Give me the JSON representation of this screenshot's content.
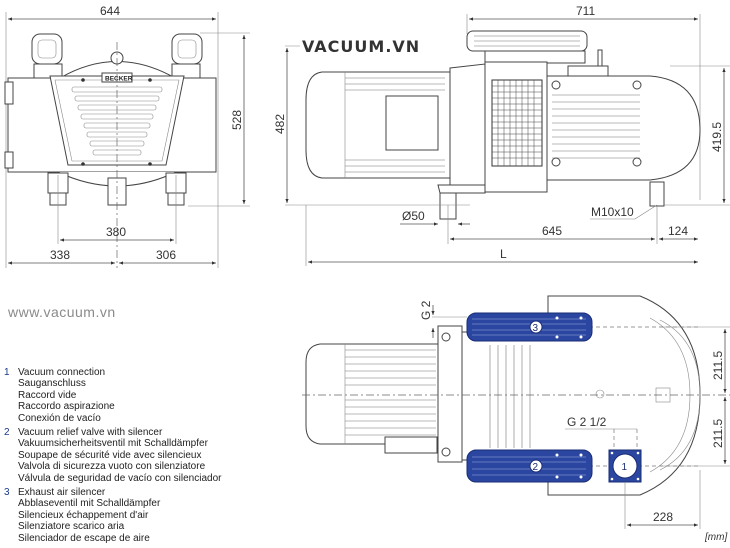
{
  "watermark": {
    "header": "VACUUM.VN",
    "website": "www.vacuum.vn"
  },
  "brand_plate": "BECKER",
  "units": "[mm]",
  "colors": {
    "accent_blue": "#2a46a0",
    "line": "#444444",
    "legend_number": "#1a3a8a"
  },
  "front_view": {
    "dims": {
      "width_total": "644",
      "height_total": "528",
      "foot_spacing": "380",
      "left_offset": "338",
      "right_offset": "306"
    }
  },
  "side_view": {
    "dims": {
      "top_length": "711",
      "height_total": "482",
      "height_right": "419.5",
      "foot_diameter": "Ø50",
      "thread": "M10x10",
      "foot_length": "645",
      "end_offset": "124",
      "overall_length": "L"
    }
  },
  "top_view": {
    "dims": {
      "exhaust_thread": "G 2",
      "vacuum_thread": "G 2 1/2",
      "half_width_top": "211.5",
      "half_width_bottom": "211.5",
      "vacuum_offset": "228"
    },
    "callouts": [
      "1",
      "2",
      "3"
    ]
  },
  "legend": [
    {
      "number": "1",
      "lines": [
        "Vacuum connection",
        "Sauganschluss",
        "Raccord vide",
        "Raccordo aspirazione",
        "Conexión de vacío"
      ]
    },
    {
      "number": "2",
      "lines": [
        "Vacuum relief valve with silencer",
        "Vakuumsicherheitsventil mit Schalldämpfer",
        "Soupape de sécurité vide avec silencieux",
        "Valvola di sicurezza vuoto con silenziatore",
        "Válvula de seguridad de vacío con silenciador"
      ]
    },
    {
      "number": "3",
      "lines": [
        "Exhaust air silencer",
        "Abblaseventil mit Schalldämpfer",
        "Silencieux échappement d'air",
        "Silenziatore scarico aria",
        "Silenciador de escape de aire"
      ]
    }
  ]
}
